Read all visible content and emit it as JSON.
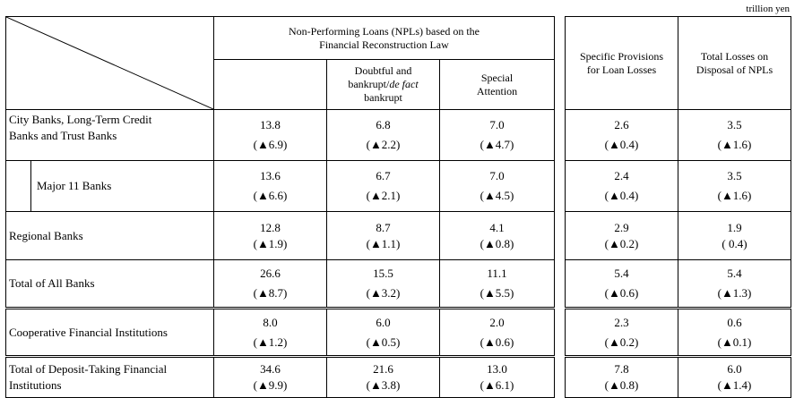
{
  "unit_label": "trillion yen",
  "headers": {
    "npl_group": "Non-Performing Loans (NPLs) based on the Financial Reconstruction Law",
    "doubtful": [
      "Doubtful and",
      "bankrupt/",
      "de fact",
      "bankrupt"
    ],
    "special": [
      "Special",
      "Attention"
    ],
    "provisions": [
      "Specific Provisions",
      "for Loan Losses"
    ],
    "losses": [
      "Total Losses on",
      "Disposal of NPLs"
    ]
  },
  "rows": [
    {
      "label": [
        "City Banks, Long-Term Credit",
        "Banks and Trust Banks"
      ],
      "npl": "13.8",
      "npl_chg": "(▲6.9)",
      "doubt": "6.8",
      "doubt_chg": "(▲2.2)",
      "spec": "7.0",
      "spec_chg": "(▲4.7)",
      "prov": "2.6",
      "prov_chg": "(▲0.4)",
      "loss": "3.5",
      "loss_chg": "(▲1.6)"
    },
    {
      "label": [
        "Major 11 Banks"
      ],
      "npl": "13.6",
      "npl_chg": "(▲6.6)",
      "doubt": "6.7",
      "doubt_chg": "(▲2.1)",
      "spec": "7.0",
      "spec_chg": "(▲4.5)",
      "prov": "2.4",
      "prov_chg": "(▲0.4)",
      "loss": "3.5",
      "loss_chg": "(▲1.6)"
    },
    {
      "label": [
        "Regional Banks"
      ],
      "npl": "12.8",
      "npl_chg": "(▲1.9)",
      "doubt": "8.7",
      "doubt_chg": "(▲1.1)",
      "spec": "4.1",
      "spec_chg": "(▲0.8)",
      "prov": "2.9",
      "prov_chg": "(▲0.2)",
      "loss": "1.9",
      "loss_chg": "( 0.4)"
    },
    {
      "label": [
        "Total of All Banks"
      ],
      "npl": "26.6",
      "npl_chg": "(▲8.7)",
      "doubt": "15.5",
      "doubt_chg": "(▲3.2)",
      "spec": "11.1",
      "spec_chg": "(▲5.5)",
      "prov": "5.4",
      "prov_chg": "(▲0.6)",
      "loss": "5.4",
      "loss_chg": "(▲1.3)"
    },
    {
      "label": [
        "Cooperative Financial Institutions"
      ],
      "npl": "8.0",
      "npl_chg": "(▲1.2)",
      "doubt": "6.0",
      "doubt_chg": "(▲0.5)",
      "spec": "2.0",
      "spec_chg": "(▲0.6)",
      "prov": "2.3",
      "prov_chg": "(▲0.2)",
      "loss": "0.6",
      "loss_chg": "(▲0.1)"
    },
    {
      "label": [
        "Total of Deposit-Taking Financial",
        "Institutions"
      ],
      "npl": "34.6",
      "npl_chg": "(▲9.9)",
      "doubt": "21.6",
      "doubt_chg": "(▲3.8)",
      "spec": "13.0",
      "spec_chg": "(▲6.1)",
      "prov": "7.8",
      "prov_chg": "(▲0.8)",
      "loss": "6.0",
      "loss_chg": "(▲1.4)"
    }
  ]
}
